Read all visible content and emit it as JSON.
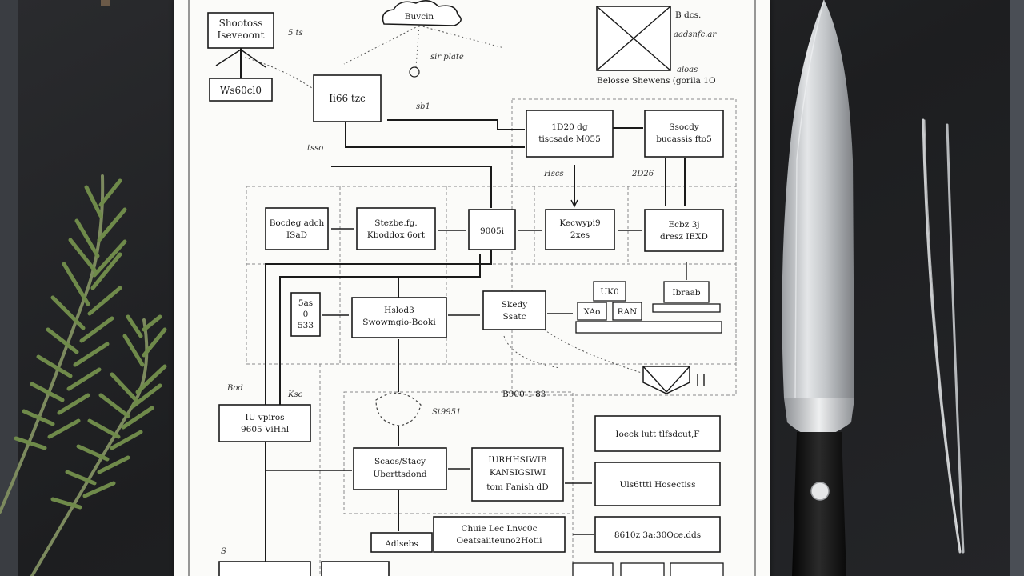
{
  "photo": {
    "surface": "dark slate board",
    "colors": {
      "slate": "#1c1d1f",
      "paper": "#fbfbf9",
      "ink": "#1a1a1a",
      "rosemary": "#6f8a4a",
      "blade": "#c8cacc",
      "handle": "#151515"
    }
  },
  "sheet": {
    "top_left_box": [
      "Shootoss",
      "Iseveoont"
    ],
    "top_left_note": "5 ts",
    "top_left_small_box": "Ws60cl0",
    "cloud_label": "Buvcin",
    "cloud_note": "sir plate",
    "upper_box": "Ii66 tzc",
    "legend_label": "Belosse Shewens (gorila 1O",
    "legend_note1": "B dcs.",
    "legend_note2": "aadsnfc.ar",
    "legend_note3": "aloas",
    "box_a": [
      "1D20 dg",
      "tiscsade M055"
    ],
    "box_b": [
      "Ssocdy",
      "bucassis fto5"
    ],
    "note_a": "Hscs",
    "note_b": "2D26",
    "row1": [
      [
        "Bocdeg adch",
        "ISaD"
      ],
      [
        "Stezbe.fg.",
        "Kboddox 6ort"
      ],
      [
        "9005i"
      ],
      [
        "Kecwypi9",
        "2xes"
      ],
      [
        "Ecbz 3j",
        "dresz IEXD"
      ]
    ],
    "side_box": [
      "5as",
      "0",
      "533"
    ],
    "mid_box": [
      "Hslod3",
      "Swowmgio-Booki"
    ],
    "mid_right_box": [
      "Skedy",
      "Ssatc"
    ],
    "stack_labels": [
      "UK0",
      "XAo",
      "RAN"
    ],
    "stack_right": "Ibraab",
    "mid_note": "B900 1 83",
    "dash_loop_note": "St9951",
    "left_box2": [
      "IU vpiros",
      "9605 ViHhl"
    ],
    "center_box": [
      "Scaos/Stacy",
      "Uberttsdond"
    ],
    "center_right_box": [
      "IURHHSIWIB",
      "KANSIGSIWI",
      "tom Fanish dD"
    ],
    "right_list": [
      "Ioeck lutt tlfsdcut,F",
      "Uls6tttl Hosectiss",
      "8610z 3a:30Oce.dds"
    ],
    "bottom_box": "Adlsebs",
    "bottom_wide_box": [
      "Chuie Lec Lnvc0c",
      "Oeatsaiiteuno2Hotii"
    ],
    "misc_notes": [
      "tsso",
      "sb1",
      "Bod",
      "Ksc",
      "S"
    ]
  }
}
